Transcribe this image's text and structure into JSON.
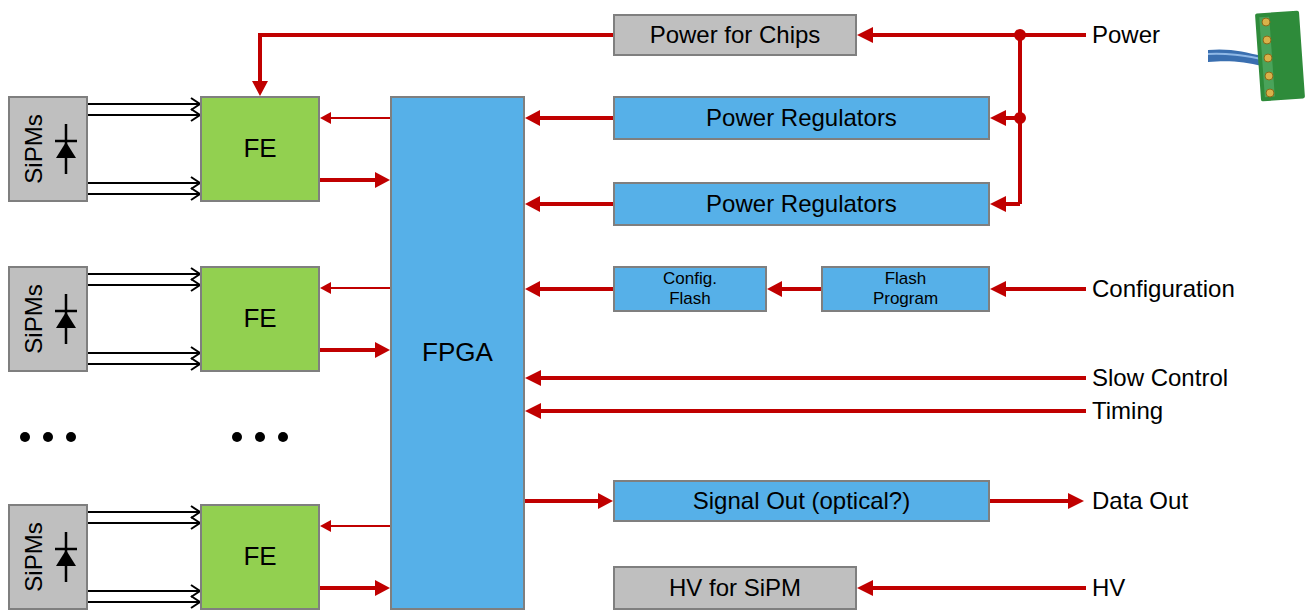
{
  "diagram": {
    "nodes": [
      {
        "text": [
          "Power for Chips"
        ]
      },
      {
        "text": [
          "SiPMs"
        ]
      },
      {
        "text": [
          "FE"
        ]
      },
      {
        "text": [
          "FPGA"
        ]
      },
      {
        "text": [
          "Power Regulators"
        ]
      },
      {
        "text": [
          "Power Regulators"
        ]
      },
      {
        "text": [
          "Config. Flash"
        ]
      },
      {
        "text": [
          "Flash Program"
        ]
      },
      {
        "text": [
          "SiPMs"
        ]
      },
      {
        "text": [
          "FE"
        ]
      },
      {
        "text": [
          "SiPMs"
        ]
      },
      {
        "text": [
          "FE"
        ]
      },
      {
        "text": [
          "Signal Out (optical?)"
        ]
      },
      {
        "text": [
          "HV for SiPM"
        ]
      }
    ],
    "edges": [
      {
        "from": 0,
        "to": 2,
        "arrow": "to"
      },
      {
        "from": 4,
        "to": 3,
        "arrow": "to"
      },
      {
        "from": 5,
        "to": 3,
        "arrow": "to"
      },
      {
        "from": 7,
        "to": 6,
        "arrow": "to"
      },
      {
        "from": 6,
        "to": 3,
        "arrow": "to"
      },
      {
        "from": 3,
        "to": 12,
        "arrow": "to"
      },
      {
        "from": 3,
        "to": 2,
        "arrow": "to"
      },
      {
        "from": 2,
        "to": 3,
        "arrow": "to"
      },
      {
        "from": 3,
        "to": 9,
        "arrow": "to"
      },
      {
        "from": 9,
        "to": 3,
        "arrow": "to"
      },
      {
        "from": 3,
        "to": 11,
        "arrow": "to"
      },
      {
        "from": 11,
        "to": 3,
        "arrow": "to"
      },
      {
        "from": 1,
        "to": 2,
        "arrow": "to"
      },
      {
        "from": 1,
        "to": 2,
        "arrow": "to"
      },
      {
        "from": 1,
        "to": 2,
        "arrow": "to"
      },
      {
        "from": 1,
        "to": 2,
        "arrow": "to"
      },
      {
        "from": 8,
        "to": 9,
        "arrow": "to"
      },
      {
        "from": 8,
        "to": 9,
        "arrow": "to"
      },
      {
        "from": 8,
        "to": 9,
        "arrow": "to"
      },
      {
        "from": 8,
        "to": 9,
        "arrow": "to"
      },
      {
        "from": 10,
        "to": 11,
        "arrow": "to"
      },
      {
        "from": 10,
        "to": 11,
        "arrow": "to"
      },
      {
        "from": 10,
        "to": 11,
        "arrow": "to"
      },
      {
        "from": 10,
        "to": 11,
        "arrow": "to"
      }
    ],
    "labels": [
      "Power",
      "Configuration",
      "Slow Control",
      "Timing",
      "Data Out",
      "HV"
    ]
  }
}
